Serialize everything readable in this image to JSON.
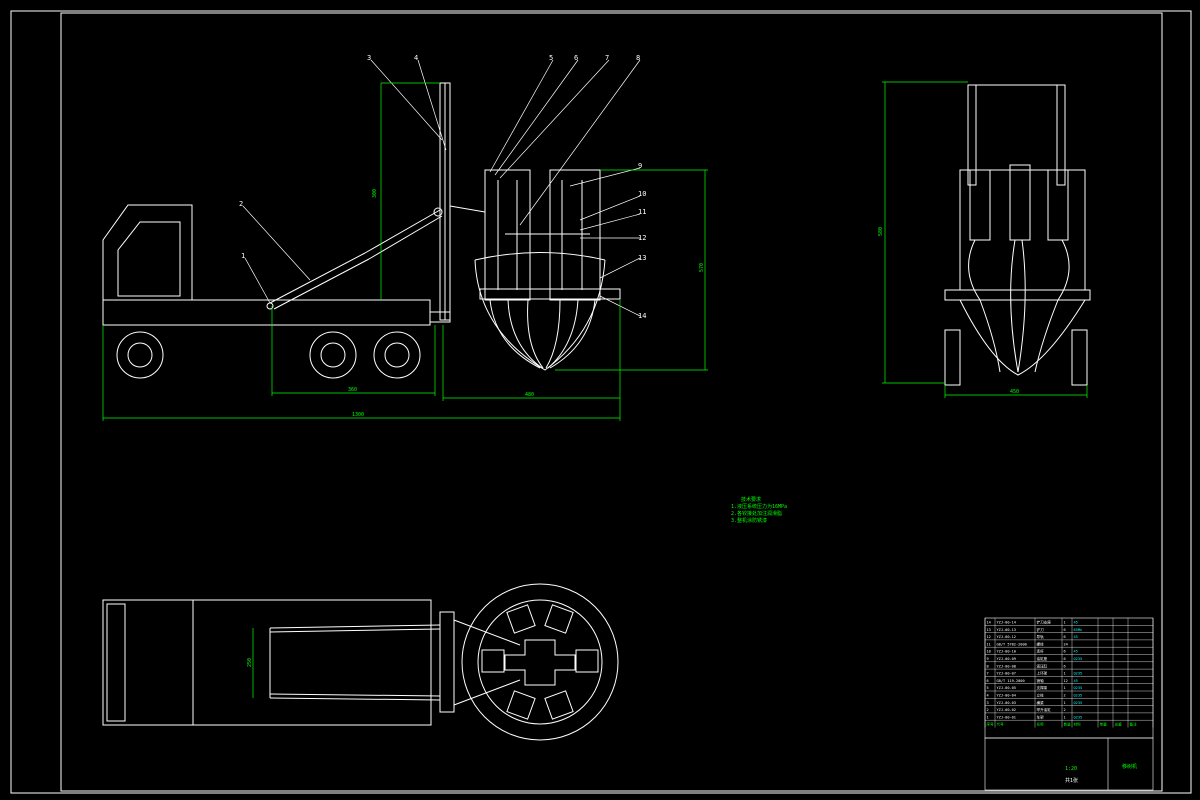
{
  "colors": {
    "background": "#000000",
    "lines": "#ffffff",
    "dimensions": "#00ff00",
    "table_accent": "#00ffff"
  },
  "balloons": [
    "1",
    "2",
    "3",
    "4",
    "5",
    "6",
    "7",
    "8",
    "9",
    "10",
    "11",
    "12",
    "13",
    "14"
  ],
  "dimensions": {
    "truck_height": "300",
    "boom_span": "360",
    "head_width": "480",
    "overall_length": "1300",
    "head_height": "570",
    "side_height": "580",
    "side_width": "450",
    "plan_width": "250"
  },
  "notes": {
    "title": "技术要求",
    "lines": [
      "1.液压系统压力为16MPa",
      "2.各铰接处加注润滑脂",
      "3.整机涂防锈漆"
    ]
  },
  "bom": {
    "rows": [
      {
        "no": "14",
        "code": "YZJ-00-14",
        "name": "铲刀支座",
        "qty": "1",
        "material": "45"
      },
      {
        "no": "13",
        "code": "YZJ-00-13",
        "name": "铲刀",
        "qty": "6",
        "material": "65Mn"
      },
      {
        "no": "12",
        "code": "YZJ-00-12",
        "name": "导轨",
        "qty": "6",
        "material": "45"
      },
      {
        "no": "11",
        "code": "GB/T 5782-2000",
        "name": "螺栓",
        "qty": "24",
        "material": ""
      },
      {
        "no": "10",
        "code": "YZJ-00-10",
        "name": "连杆",
        "qty": "6",
        "material": "45"
      },
      {
        "no": "9",
        "code": "YZJ-00-09",
        "name": "油缸座",
        "qty": "6",
        "material": "Q235"
      },
      {
        "no": "8",
        "code": "YZJ-00-08",
        "name": "液压缸",
        "qty": "6",
        "material": ""
      },
      {
        "no": "7",
        "code": "YZJ-00-07",
        "name": "上环架",
        "qty": "1",
        "material": "Q235"
      },
      {
        "no": "6",
        "code": "GB/T 119-2000",
        "name": "销轴",
        "qty": "12",
        "material": "45"
      },
      {
        "no": "5",
        "code": "YZJ-00-05",
        "name": "支撑架",
        "qty": "1",
        "material": "Q235"
      },
      {
        "no": "4",
        "code": "YZJ-00-04",
        "name": "立柱",
        "qty": "2",
        "material": "Q235"
      },
      {
        "no": "3",
        "code": "YZJ-00-03",
        "name": "横梁",
        "qty": "1",
        "material": "Q235"
      },
      {
        "no": "2",
        "code": "YZJ-00-02",
        "name": "举升油缸",
        "qty": "2",
        "material": ""
      },
      {
        "no": "1",
        "code": "YZJ-00-01",
        "name": "车架",
        "qty": "1",
        "material": "Q235"
      }
    ],
    "header": [
      "序号",
      "代号",
      "名称",
      "数量",
      "材料",
      "单重",
      "总重",
      "备注"
    ]
  },
  "title_block": {
    "drawing_name": "移树机",
    "scale": "1:20",
    "sheet": "共1张"
  }
}
